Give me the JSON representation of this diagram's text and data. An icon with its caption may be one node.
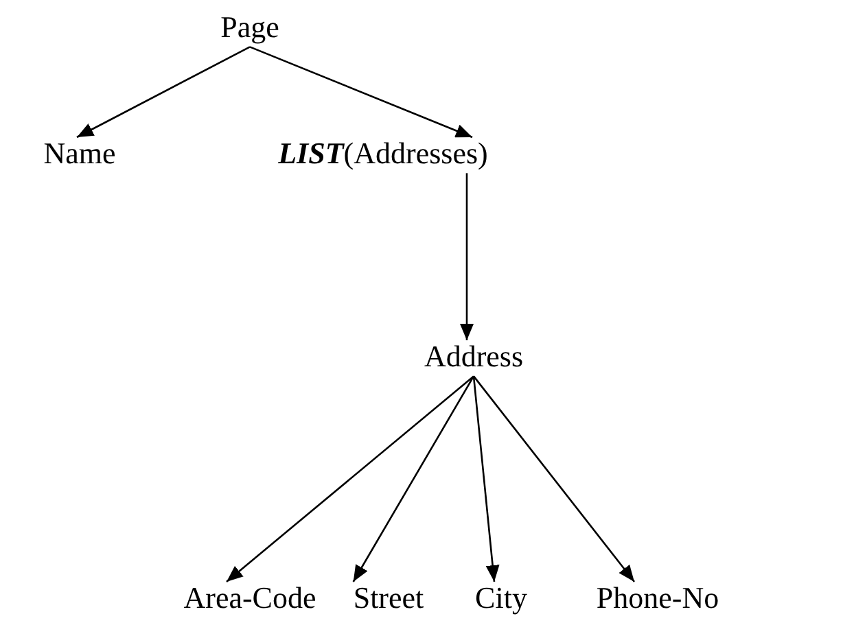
{
  "diagram": {
    "nodes": [
      {
        "text": [
          "Page"
        ]
      },
      {
        "text": [
          "Name"
        ]
      },
      {
        "text": [
          "**LIST**(Addresses)"
        ]
      },
      {
        "text": [
          "Address"
        ]
      },
      {
        "text": [
          "Area-Code"
        ]
      },
      {
        "text": [
          "Street"
        ]
      },
      {
        "text": [
          "City"
        ]
      },
      {
        "text": [
          "Phone-No"
        ]
      }
    ],
    "edges": [
      {
        "from": 0,
        "to": 1,
        "arrow": "to"
      },
      {
        "from": 0,
        "to": 2,
        "arrow": "to"
      },
      {
        "from": 2,
        "to": 3,
        "arrow": "to"
      },
      {
        "from": 3,
        "to": 4,
        "arrow": "to"
      },
      {
        "from": 3,
        "to": 5,
        "arrow": "to"
      },
      {
        "from": 3,
        "to": 6,
        "arrow": "to"
      },
      {
        "from": 3,
        "to": 7,
        "arrow": "to"
      }
    ]
  }
}
